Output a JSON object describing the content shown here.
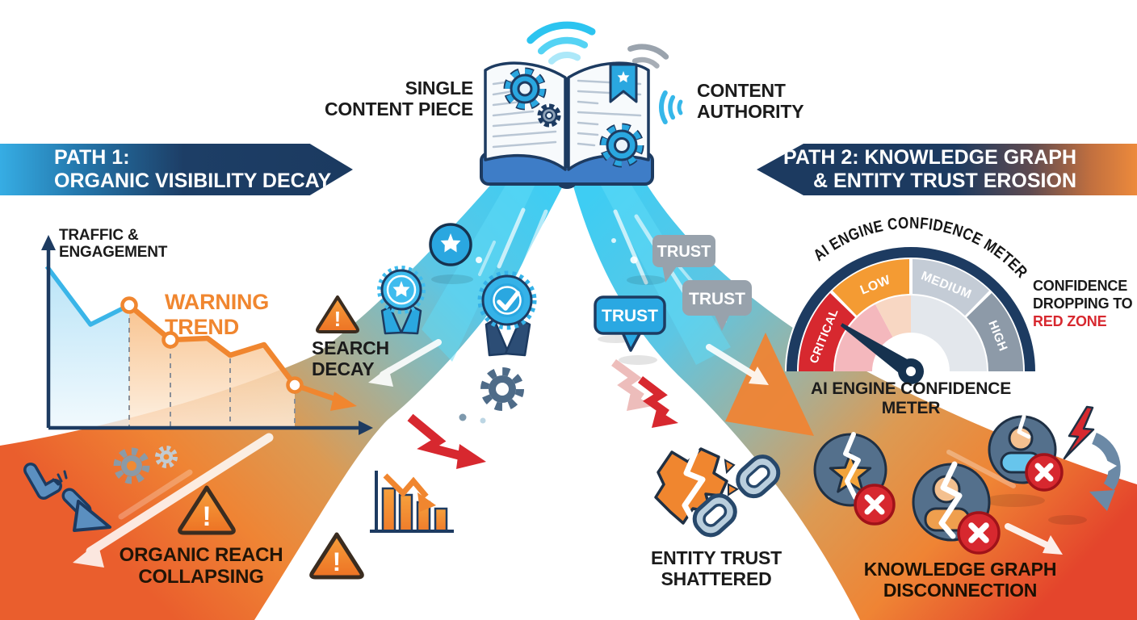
{
  "colors": {
    "navy": "#1d3b61",
    "cyan_beam": "#2fc9f2",
    "orange_flow": "#f0862f",
    "deep_orange": "#e4502c",
    "alert_red": "#d7282f",
    "warning_orange": "#ee7a26",
    "badge_blue": "#2aa7e0",
    "bubble_gray": "#98a2ac",
    "slate": "#4e6b88",
    "text_black": "#1b1b1b",
    "banner_text": "#ffffff"
  },
  "source": {
    "left_label": "SINGLE\nCONTENT PIECE",
    "right_label": "CONTENT\nAUTHORITY"
  },
  "banners": {
    "path1": "PATH 1:\nORGANIC VISIBILITY DECAY",
    "path2": "PATH 2: KNOWLEDGE GRAPH\n& ENTITY TRUST EROSION"
  },
  "decay_chart": {
    "y_axis_label": "TRAFFIC &\nENGAGEMENT",
    "trend_label": "WARNING\nTREND",
    "trend_direction": "declining"
  },
  "labels": {
    "search_decay": "SEARCH\nDECAY",
    "organic_reach": "ORGANIC REACH\nCOLLAPSING",
    "entity_trust": "ENTITY TRUST\nSHATTERED",
    "knowledge_graph": "KNOWLEDGE GRAPH\nDISCONNECTION",
    "warning_mark": "!"
  },
  "trust_bubbles": [
    {
      "label": "TRUST",
      "style": "gray"
    },
    {
      "label": "TRUST",
      "style": "gray"
    },
    {
      "label": "TRUST",
      "style": "blue"
    }
  ],
  "gauge": {
    "curved_title": "AI ENGINE CONFIDENCE METER",
    "bottom_title": "AI ENGINE CONFIDENCE METER",
    "segments": [
      {
        "label": "CRITICAL",
        "color": "#d7282f"
      },
      {
        "label": "LOW",
        "color": "#f49b33"
      },
      {
        "label": "MEDIUM",
        "color": "#c4ccd6"
      },
      {
        "label": "HIGH",
        "color": "#8d9aa8"
      }
    ],
    "needle_zone": "CRITICAL",
    "annotation_black": "CONFIDENCE\nDROPPING TO",
    "annotation_red": "RED ZONE"
  },
  "icons": [
    "open-book-icon",
    "gear-icon",
    "bookmark-star-icon",
    "wifi-waves-icon",
    "signal-waves-icon",
    "star-badge-icon",
    "rosette-star-badge-icon",
    "rosette-check-badge-icon",
    "warning-triangle-icon",
    "declining-line-icon",
    "declining-bar-chart-icon",
    "red-zigzag-arrow-icon",
    "broken-blue-arrow-icon",
    "white-flow-arrow-icon",
    "trust-bubble-icon",
    "gauge-meter-icon",
    "broken-chain-icon",
    "shattered-shape-icon",
    "red-lightning-icon",
    "broken-entity-star-icon",
    "broken-entity-person-icon",
    "red-x-badge-icon",
    "broken-refresh-arrow-icon"
  ]
}
